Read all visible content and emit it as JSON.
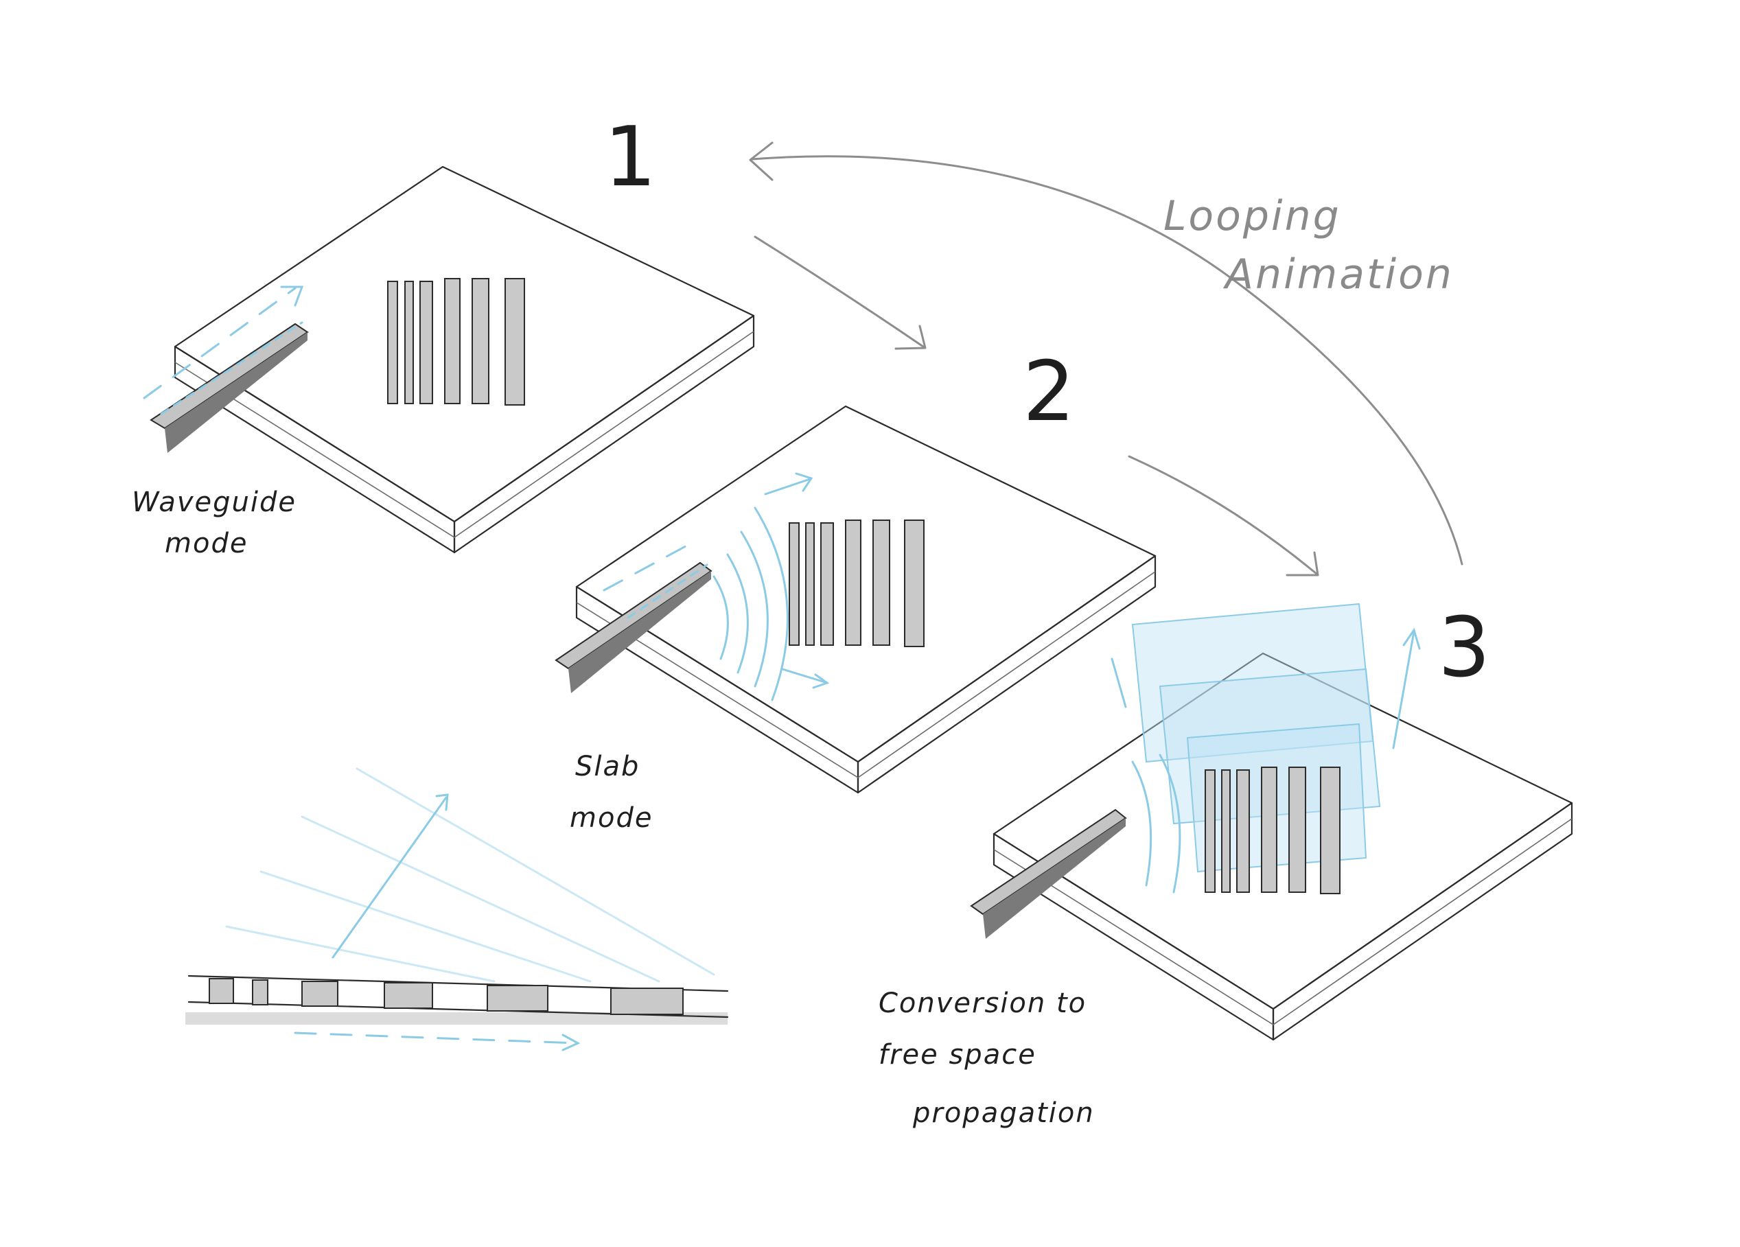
{
  "labels": {
    "step1": "1",
    "step2": "2",
    "step3": "3",
    "looping_line1": "Looping",
    "looping_line2": "Animation",
    "waveguide_line1": "Waveguide",
    "waveguide_line2": "mode",
    "slab_line1": "Slab",
    "slab_line2": "mode",
    "conversion_line1": "Conversion to",
    "conversion_line2": "free space",
    "conversion_line3": "propagation"
  },
  "colors": {
    "ink": "#2b2b2b",
    "arrow": "#8d8d8d",
    "light_blue": "#8ccbe6",
    "grating_gray": "#c9c9c9"
  }
}
